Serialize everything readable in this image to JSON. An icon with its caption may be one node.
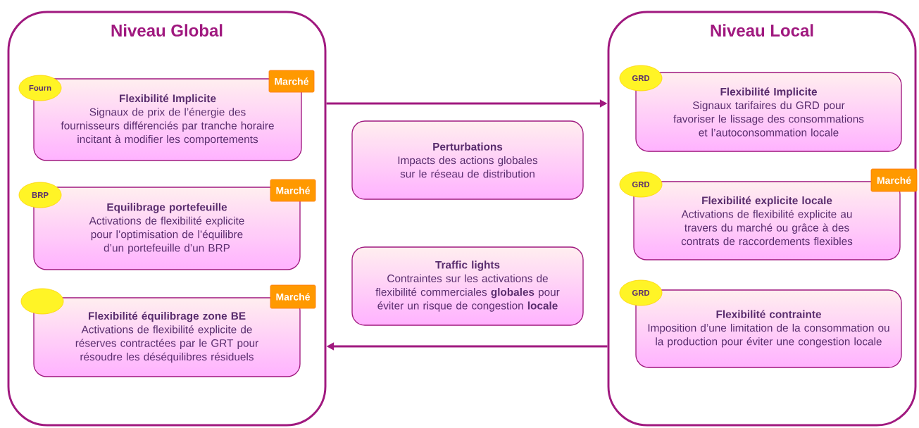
{
  "diagram": {
    "nodes": [
      {
        "text": [
          "Niveau Global"
        ]
      },
      {
        "text": [
          "Fourn"
        ],
        "in": 0
      },
      {
        "text": [
          "Marché"
        ],
        "in": 0
      },
      {
        "text": [
          "Flexibilité Implicite",
          "Signaux de prix de l’énergie des fournisseurs différenciés par tranche horaire incitant à modifier les comportements"
        ],
        "in": 0
      },
      {
        "text": [
          "BRP"
        ],
        "in": 0
      },
      {
        "text": [
          "Marché"
        ],
        "in": 0
      },
      {
        "text": [
          "Equilibrage portefeuille",
          "Activations de flexibilité explicite pour l’optimisation de l’équilibre d’un portefeuille d’un BRP"
        ],
        "in": 0
      },
      {
        "text": [],
        "shape": "ellipse",
        "in": 0
      },
      {
        "text": [
          "Marché"
        ],
        "in": 0
      },
      {
        "text": [
          "Flexibilité équilibrage zone BE",
          "Activations de flexibilité explicite de réserves contractées par le GRT pour résoudre les déséquilibres résiduels"
        ],
        "in": 0
      },
      {
        "text": [
          "Perturbations",
          "Impacts des actions globales sur le réseau de distribution"
        ]
      },
      {
        "text": [
          "Traffic lights",
          "Contraintes sur les activations de flexibilité commerciales **globales** pour éviter un risque de congestion **locale**"
        ]
      },
      {
        "text": [
          "Niveau Local"
        ]
      },
      {
        "text": [
          "GRD"
        ],
        "in": 12
      },
      {
        "text": [
          "Flexibilité Implicite",
          "Signaux tarifaires du GRD pour favoriser le lissage des consommations et l’autoconsommation locale"
        ],
        "in": 12
      },
      {
        "text": [
          "GRD"
        ],
        "in": 12
      },
      {
        "text": [
          "Marché"
        ],
        "in": 12
      },
      {
        "text": [
          "Flexibilité explicite locale",
          "Activations de flexibilité explicite au travers du marché ou grâce à des contrats de raccordements flexibles"
        ],
        "in": 12
      },
      {
        "text": [
          "GRD"
        ],
        "in": 12
      },
      {
        "text": [
          "Flexibilité contrainte",
          "Imposition d’une limitation de la consommation ou la production pour éviter une congestion locale"
        ],
        "in": 12
      }
    ],
    "edges": [
      {
        "from": 0,
        "to": 12,
        "arrow": "to"
      },
      {
        "from": 12,
        "to": 0,
        "arrow": "to"
      }
    ]
  }
}
